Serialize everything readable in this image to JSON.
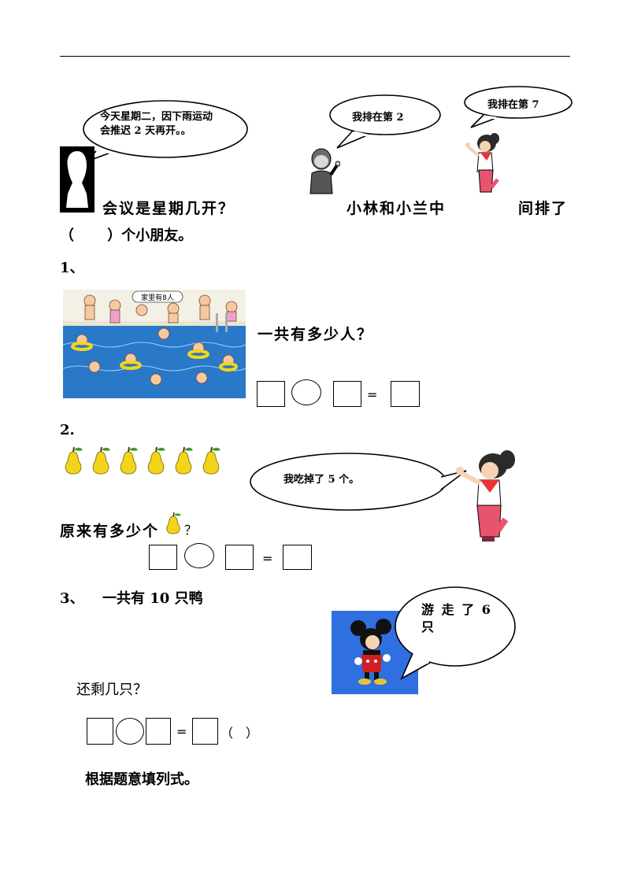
{
  "header": {},
  "speech": {
    "weather_line1": "今天星期二，因下雨运动",
    "weather_line2": "会推迟 2 天再开。。",
    "xiaolin": "我排在第 2",
    "xiaolan": "我排在第 7",
    "ate": "我吃掉了 5 个。",
    "swam": "游 走 了 6 只"
  },
  "problems": {
    "q_meeting": "会议是星期几开？",
    "q_between_a": "小林和小兰中",
    "q_between_b": "间排了",
    "q_between_c": "（　　 ）个小朋友。",
    "p1_label": "1、",
    "p1_sign": "家里有8人",
    "p1_question": "一共有多少人？",
    "p2_label": "2.",
    "p2_question_a": "原来有多少个",
    "p2_question_b": "？",
    "p3_label": "3、",
    "p3_stem": "一共有 10 只鸭",
    "p3_question": "还剩几只？",
    "p3_paren": "（　）",
    "footer": "根据题意填列式。"
  },
  "equals": "=",
  "colors": {
    "pear": "#f2d51b",
    "leaf": "#3f9a2a",
    "pool": "#2a78c8",
    "mickey_bg": "#2f6fe0"
  },
  "icons": [
    "silhouette-icon",
    "boy-icon",
    "girl-icon",
    "pear-icon",
    "mickey-icon"
  ]
}
